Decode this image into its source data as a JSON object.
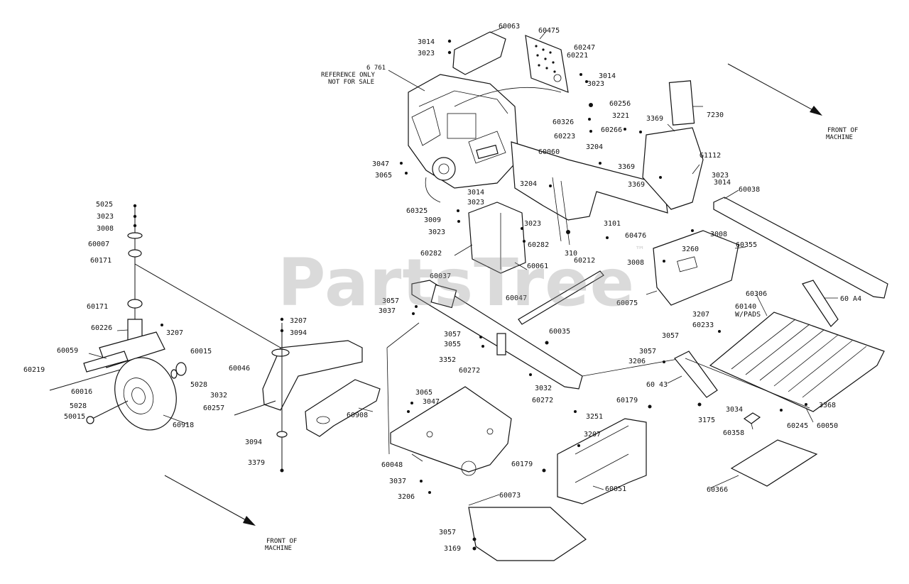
{
  "watermark": "PartsTree",
  "watermark_mark": "™",
  "notes": {
    "front_right_1": "FRONT OF",
    "front_right_2": "MACHINE",
    "front_left_1": "FRONT OF",
    "front_left_2": "MACHINE",
    "reference_1": "6 761",
    "reference_2": "REFERENCE ONLY",
    "reference_3": "NOT FOR SALE",
    "pads_1": "60140",
    "pads_2": "W/PADS"
  },
  "labels": {
    "l3014a": "3014",
    "l3023a": "3023",
    "l60063": "60063",
    "l60475": "60475",
    "l60247": "60247",
    "l60221": "60221",
    "l3014b": "3014",
    "l3023b": "3023",
    "l60256": "60256",
    "l3221": "3221",
    "l60326": "60326",
    "l60223": "60223",
    "l60266": "60266",
    "l3369a": "3369",
    "l7230": "7230",
    "l3204a": "3204",
    "l60060": "60060",
    "l3369b": "3369",
    "l61112": "G1112",
    "l3023c": "3023",
    "l3014c": "3014",
    "l3369c": "3369",
    "l60038": "60038",
    "l3047a": "3047",
    "l3065a": "3065",
    "l3204b": "3204",
    "l3014d": "3014",
    "l3023d": "3023",
    "l60325": "60325",
    "l3009": "3009",
    "l3023e": "3023",
    "l3023f": "3023",
    "l60282a": "60282",
    "l60282b": "60282",
    "l310": "310",
    "l3101": "3101",
    "l60476": "60476",
    "l60212": "60212",
    "l60061": "60061",
    "l3008a": "3008",
    "l3260": "3260",
    "l60355": "60355",
    "l3008b": "3008",
    "l5025": "5025",
    "l3023g": "3023",
    "l3008c": "3008",
    "l60007": "60007",
    "l60171a": "60171",
    "l60171b": "60171",
    "l60226": "60226",
    "l3207a": "3207",
    "l60059": "60059",
    "l60015a": "60015",
    "l5028a": "5028",
    "l60219": "60219",
    "l60016": "60016",
    "l5028b": "5028",
    "l50015": "50015",
    "l60918": "60918",
    "l3207b": "3207",
    "l3094a": "3094",
    "l60046": "60046",
    "l3032a": "3032",
    "l60257": "60257",
    "l60908": "60908",
    "l3094b": "3094",
    "l3379": "3379",
    "l60037": "60037",
    "l3057a": "3057",
    "l3037a": "3037",
    "l60047": "60047",
    "l60075": "60075",
    "l3057b": "3057",
    "l3055": "3055",
    "l60035": "60035",
    "l3352": "3352",
    "l60272a": "60272",
    "l60272b": "60272",
    "l3032b": "3032",
    "l3251": "3251",
    "l3065b": "3065",
    "l3047b": "3047",
    "l60048": "60048",
    "l3037b": "3037",
    "l3206a": "3206",
    "l60073": "60073",
    "l3057c": "3057",
    "l3169": "3169",
    "l60179a": "60179",
    "l3207c": "3207",
    "l60179b": "60179",
    "l60051": "60051",
    "l3207d": "3207",
    "l60233": "60233",
    "l3057d": "3057",
    "l3057e": "3057",
    "l3206b": "3206",
    "l60306": "60306",
    "l60a44": "60 A4",
    "l60a43": "60 43",
    "l3034": "3034",
    "l3175": "3175",
    "l60358": "60358",
    "l60245": "60245",
    "l60050": "60050",
    "l3368": "3368",
    "l60366": "60366"
  }
}
